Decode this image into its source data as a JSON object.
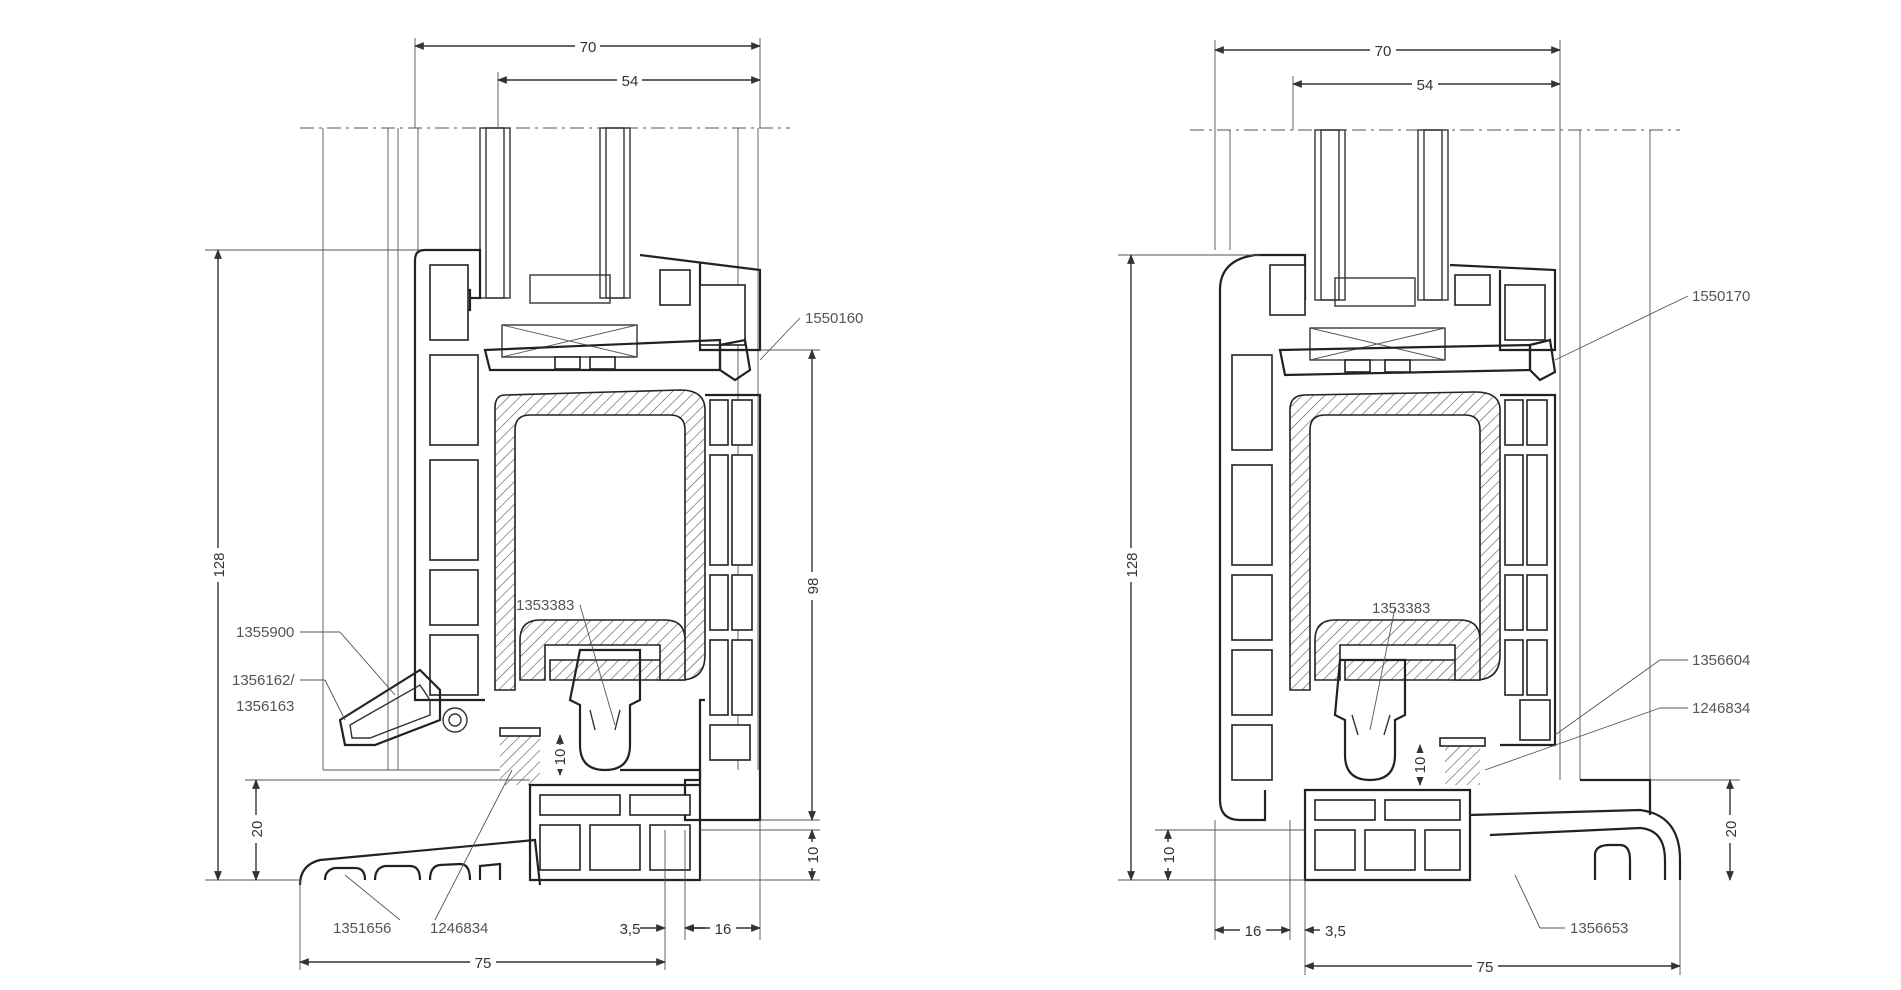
{
  "left_section": {
    "dims": {
      "overall_width": "70",
      "sash_width": "54",
      "height_total": "128",
      "height_frame": "98",
      "sill_height": "20",
      "threshold_height": "10",
      "offset": "3,5",
      "frame_depth": "16",
      "base_width": "75"
    },
    "labels": {
      "p1550160": "1550160",
      "p1353383": "1353383",
      "p1355900": "1355900",
      "p1356162": "1356162/",
      "p1356163": "1356163",
      "p1351656": "1351656",
      "p1246834": "1246834"
    }
  },
  "right_section": {
    "dims": {
      "overall_width": "70",
      "sash_width": "54",
      "height_total": "128",
      "sill_height": "20",
      "threshold_height": "10",
      "frame_depth": "16",
      "offset": "3,5",
      "base_width": "75"
    },
    "labels": {
      "p1550170": "1550170",
      "p1353383": "1353383",
      "p1356604": "1356604",
      "p1246834": "1246834",
      "p1356653": "1356653"
    }
  }
}
